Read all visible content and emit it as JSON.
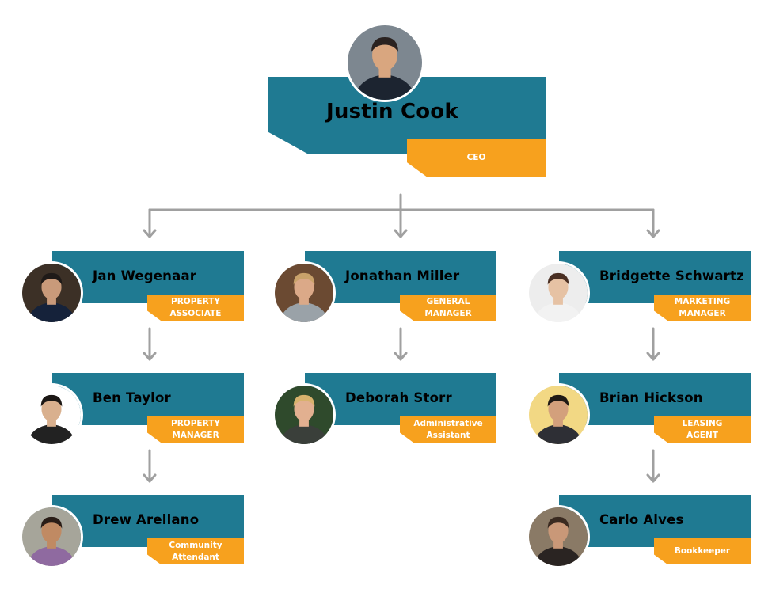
{
  "ceo": {
    "name": "Justin Cook",
    "title": "CEO",
    "avatar_icon": "person-photo-icon",
    "skin": "#d9a67f",
    "hair": "#2a2220",
    "shirt": "#1c2430",
    "bg": "#7d8790"
  },
  "columns": [
    {
      "members": [
        {
          "name": "Jan Wegenaar",
          "title": "PROPERTY\nASSOCIATE",
          "skin": "#c99a7a",
          "hair": "#1f1a18",
          "shirt": "#15223a",
          "bg": "#3c3026"
        },
        {
          "name": "Ben Taylor",
          "title": "PROPERTY\nMANAGER",
          "skin": "#d9b08e",
          "hair": "#1c1815",
          "shirt": "#222222",
          "bg": "#ffffff"
        },
        {
          "name": "Drew Arellano",
          "title": "Community\nAttendant",
          "skin": "#c08a63",
          "hair": "#2a1d17",
          "shirt": "#8f6aa0",
          "bg": "#a6a59a"
        }
      ]
    },
    {
      "members": [
        {
          "name": "Jonathan Miller",
          "title": "GENERAL\nMANAGER",
          "skin": "#dba988",
          "hair": "#c9a26a",
          "shirt": "#9aa2a8",
          "bg": "#6b4a32"
        },
        {
          "name": "Deborah Storr",
          "title": "Administrative\nAssistant",
          "skin": "#e2b090",
          "hair": "#d8b26d",
          "shirt": "#3a3f3a",
          "bg": "#2f4a2c"
        }
      ]
    },
    {
      "members": [
        {
          "name": "Bridgette Schwartz",
          "title": "MARKETING\nMANAGER",
          "skin": "#e6c2a4",
          "hair": "#4a2f23",
          "shirt": "#f2f2f2",
          "bg": "#ededed"
        },
        {
          "name": "Brian Hickson",
          "title": "LEASING\nAGENT",
          "skin": "#d3a07c",
          "hair": "#201a16",
          "shirt": "#2e2f35",
          "bg": "#f2d884"
        },
        {
          "name": "Carlo Alves",
          "title": "Bookkeeper",
          "skin": "#c99878",
          "hair": "#3a2a20",
          "shirt": "#2a2422",
          "bg": "#8a7a66"
        }
      ]
    }
  ],
  "colors": {
    "card": "#1f7a92",
    "title_tag": "#f7a11e",
    "connector": "#a0a0a0"
  }
}
